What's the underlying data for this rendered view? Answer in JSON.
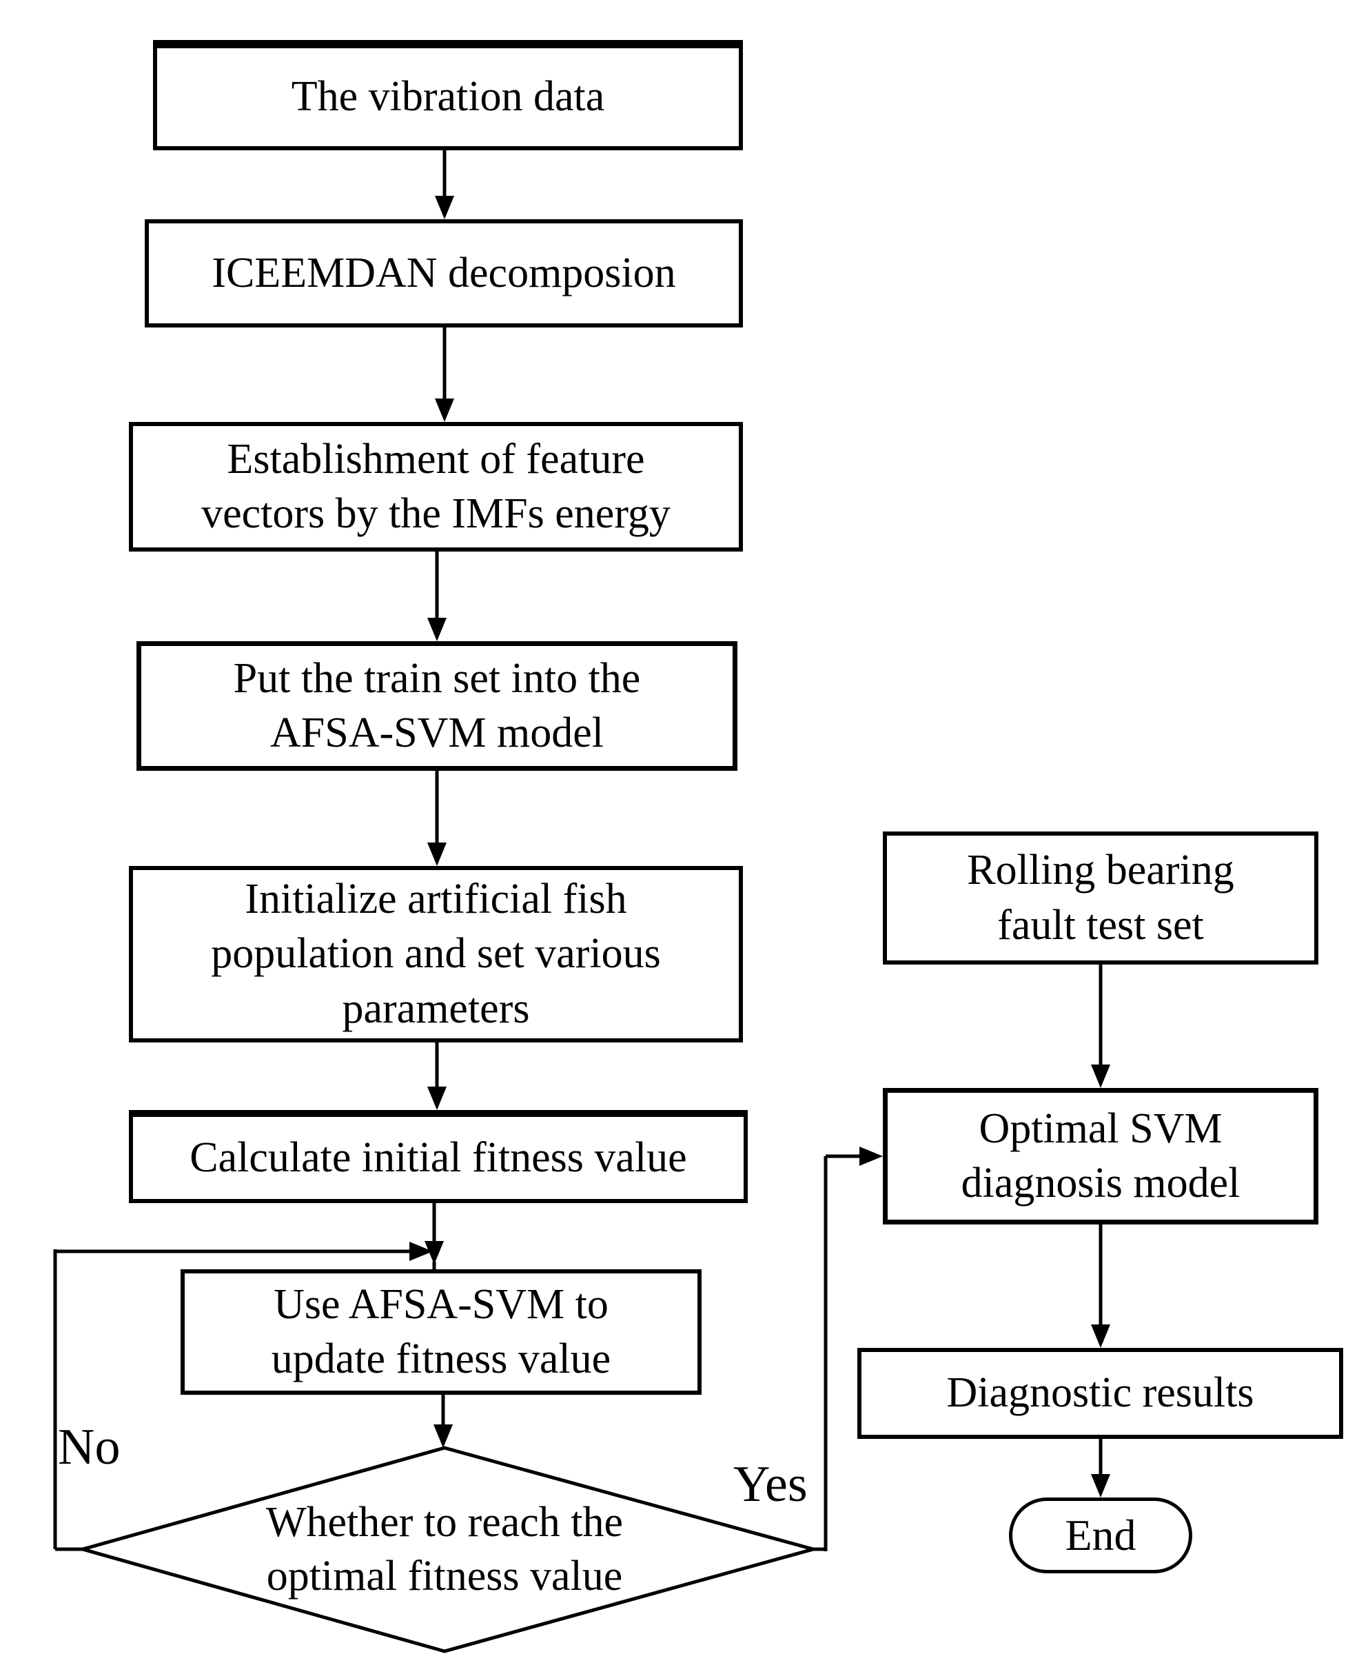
{
  "diagram": {
    "type": "flowchart",
    "background_color": "#ffffff",
    "stroke_color": "#000000",
    "text_color": "#000000",
    "nodes": {
      "vibration_data": {
        "label": "The vibration data",
        "shape": "rect"
      },
      "iceemdan": {
        "label": "ICEEMDAN decomposion",
        "shape": "rect"
      },
      "feature_vectors": {
        "label": "Establishment of feature\nvectors by the IMFs energy",
        "shape": "rect"
      },
      "train_set": {
        "label": "Put the train set into the\nAFSA-SVM  model",
        "shape": "rect"
      },
      "init_population": {
        "label": "Initialize artificial fish\npopulation and set various\nparameters",
        "shape": "rect"
      },
      "initial_fitness": {
        "label": "Calculate initial fitness value",
        "shape": "rect"
      },
      "update_fitness": {
        "label": "Use AFSA-SVM to\nupdate fitness value",
        "shape": "rect"
      },
      "decision": {
        "label": "Whether to reach the\noptimal fitness value",
        "shape": "diamond"
      },
      "fault_test_set": {
        "label": "Rolling bearing\nfault test set",
        "shape": "rect"
      },
      "optimal_svm_model": {
        "label": "Optimal SVM\ndiagnosis model",
        "shape": "rect"
      },
      "diagnostic_results": {
        "label": "Diagnostic results",
        "shape": "rect"
      },
      "end": {
        "label": "End",
        "shape": "terminator"
      }
    },
    "edge_labels": {
      "no": "No",
      "yes": "Yes"
    }
  }
}
